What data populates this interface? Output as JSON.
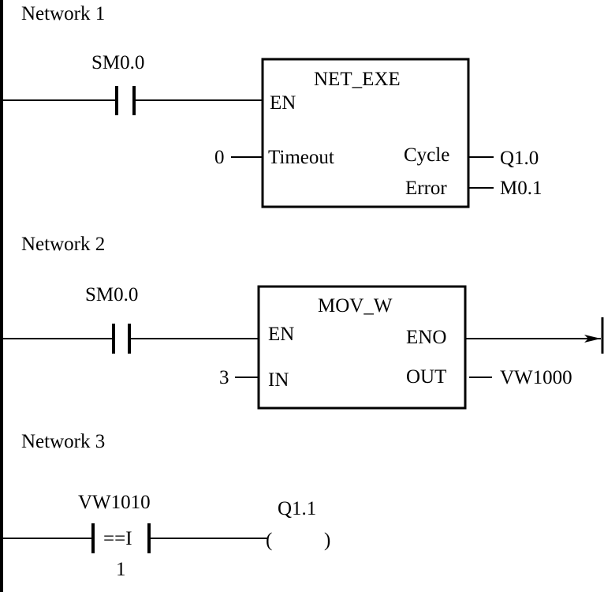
{
  "networks": [
    {
      "title": "Network 1",
      "contact": {
        "address": "SM0.0",
        "type": "normally-open"
      },
      "block": {
        "name": "NET_EXE",
        "inputs": [
          {
            "pin": "EN",
            "value": ""
          },
          {
            "pin": "Timeout",
            "value": "0"
          }
        ],
        "outputs": [
          {
            "pin": "Cycle",
            "value": "Q1.0"
          },
          {
            "pin": "Error",
            "value": "M0.1"
          }
        ]
      }
    },
    {
      "title": "Network 2",
      "contact": {
        "address": "SM0.0",
        "type": "normally-open"
      },
      "block": {
        "name": "MOV_W",
        "inputs": [
          {
            "pin": "EN",
            "value": ""
          },
          {
            "pin": "IN",
            "value": "3"
          }
        ],
        "outputs": [
          {
            "pin": "ENO",
            "value": ""
          },
          {
            "pin": "OUT",
            "value": "VW1000"
          }
        ]
      }
    },
    {
      "title": "Network 3",
      "compare": {
        "operand1": "VW1010",
        "operator": "==I",
        "operand2": "1"
      },
      "coil": {
        "address": "Q1.1",
        "symbol_left": "(",
        "symbol_right": ")"
      }
    }
  ]
}
